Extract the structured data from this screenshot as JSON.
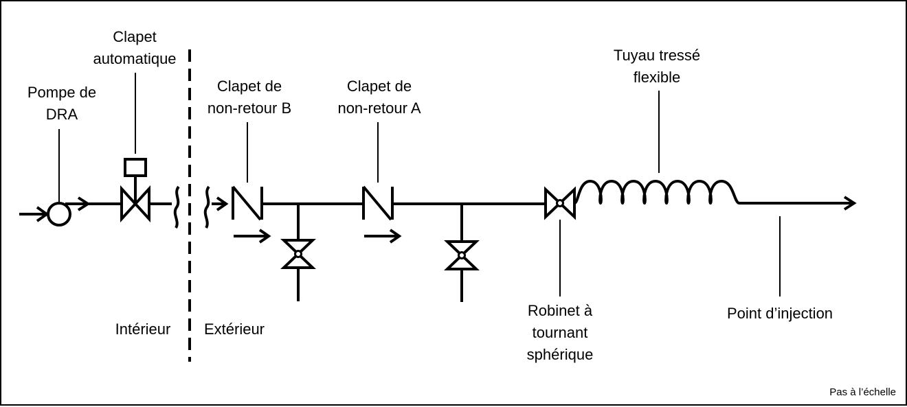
{
  "labels": {
    "pump": [
      "Pompe de",
      "DRA"
    ],
    "auto_valve": [
      "Clapet",
      "automatique"
    ],
    "check_b": [
      "Clapet de",
      "non-retour B"
    ],
    "check_a": [
      "Clapet de",
      "non-retour A"
    ],
    "braided_hose": [
      "Tuyau tressé",
      "flexible"
    ],
    "ball_valve": [
      "Robinet à",
      "tournant",
      "sphérique"
    ],
    "injection_point": "Point d’injection",
    "inside": "Intérieur",
    "outside": "Extérieur",
    "scale_note": "Pas à l’échelle"
  },
  "colors": {
    "line": "#000000",
    "background": "#ffffff"
  }
}
